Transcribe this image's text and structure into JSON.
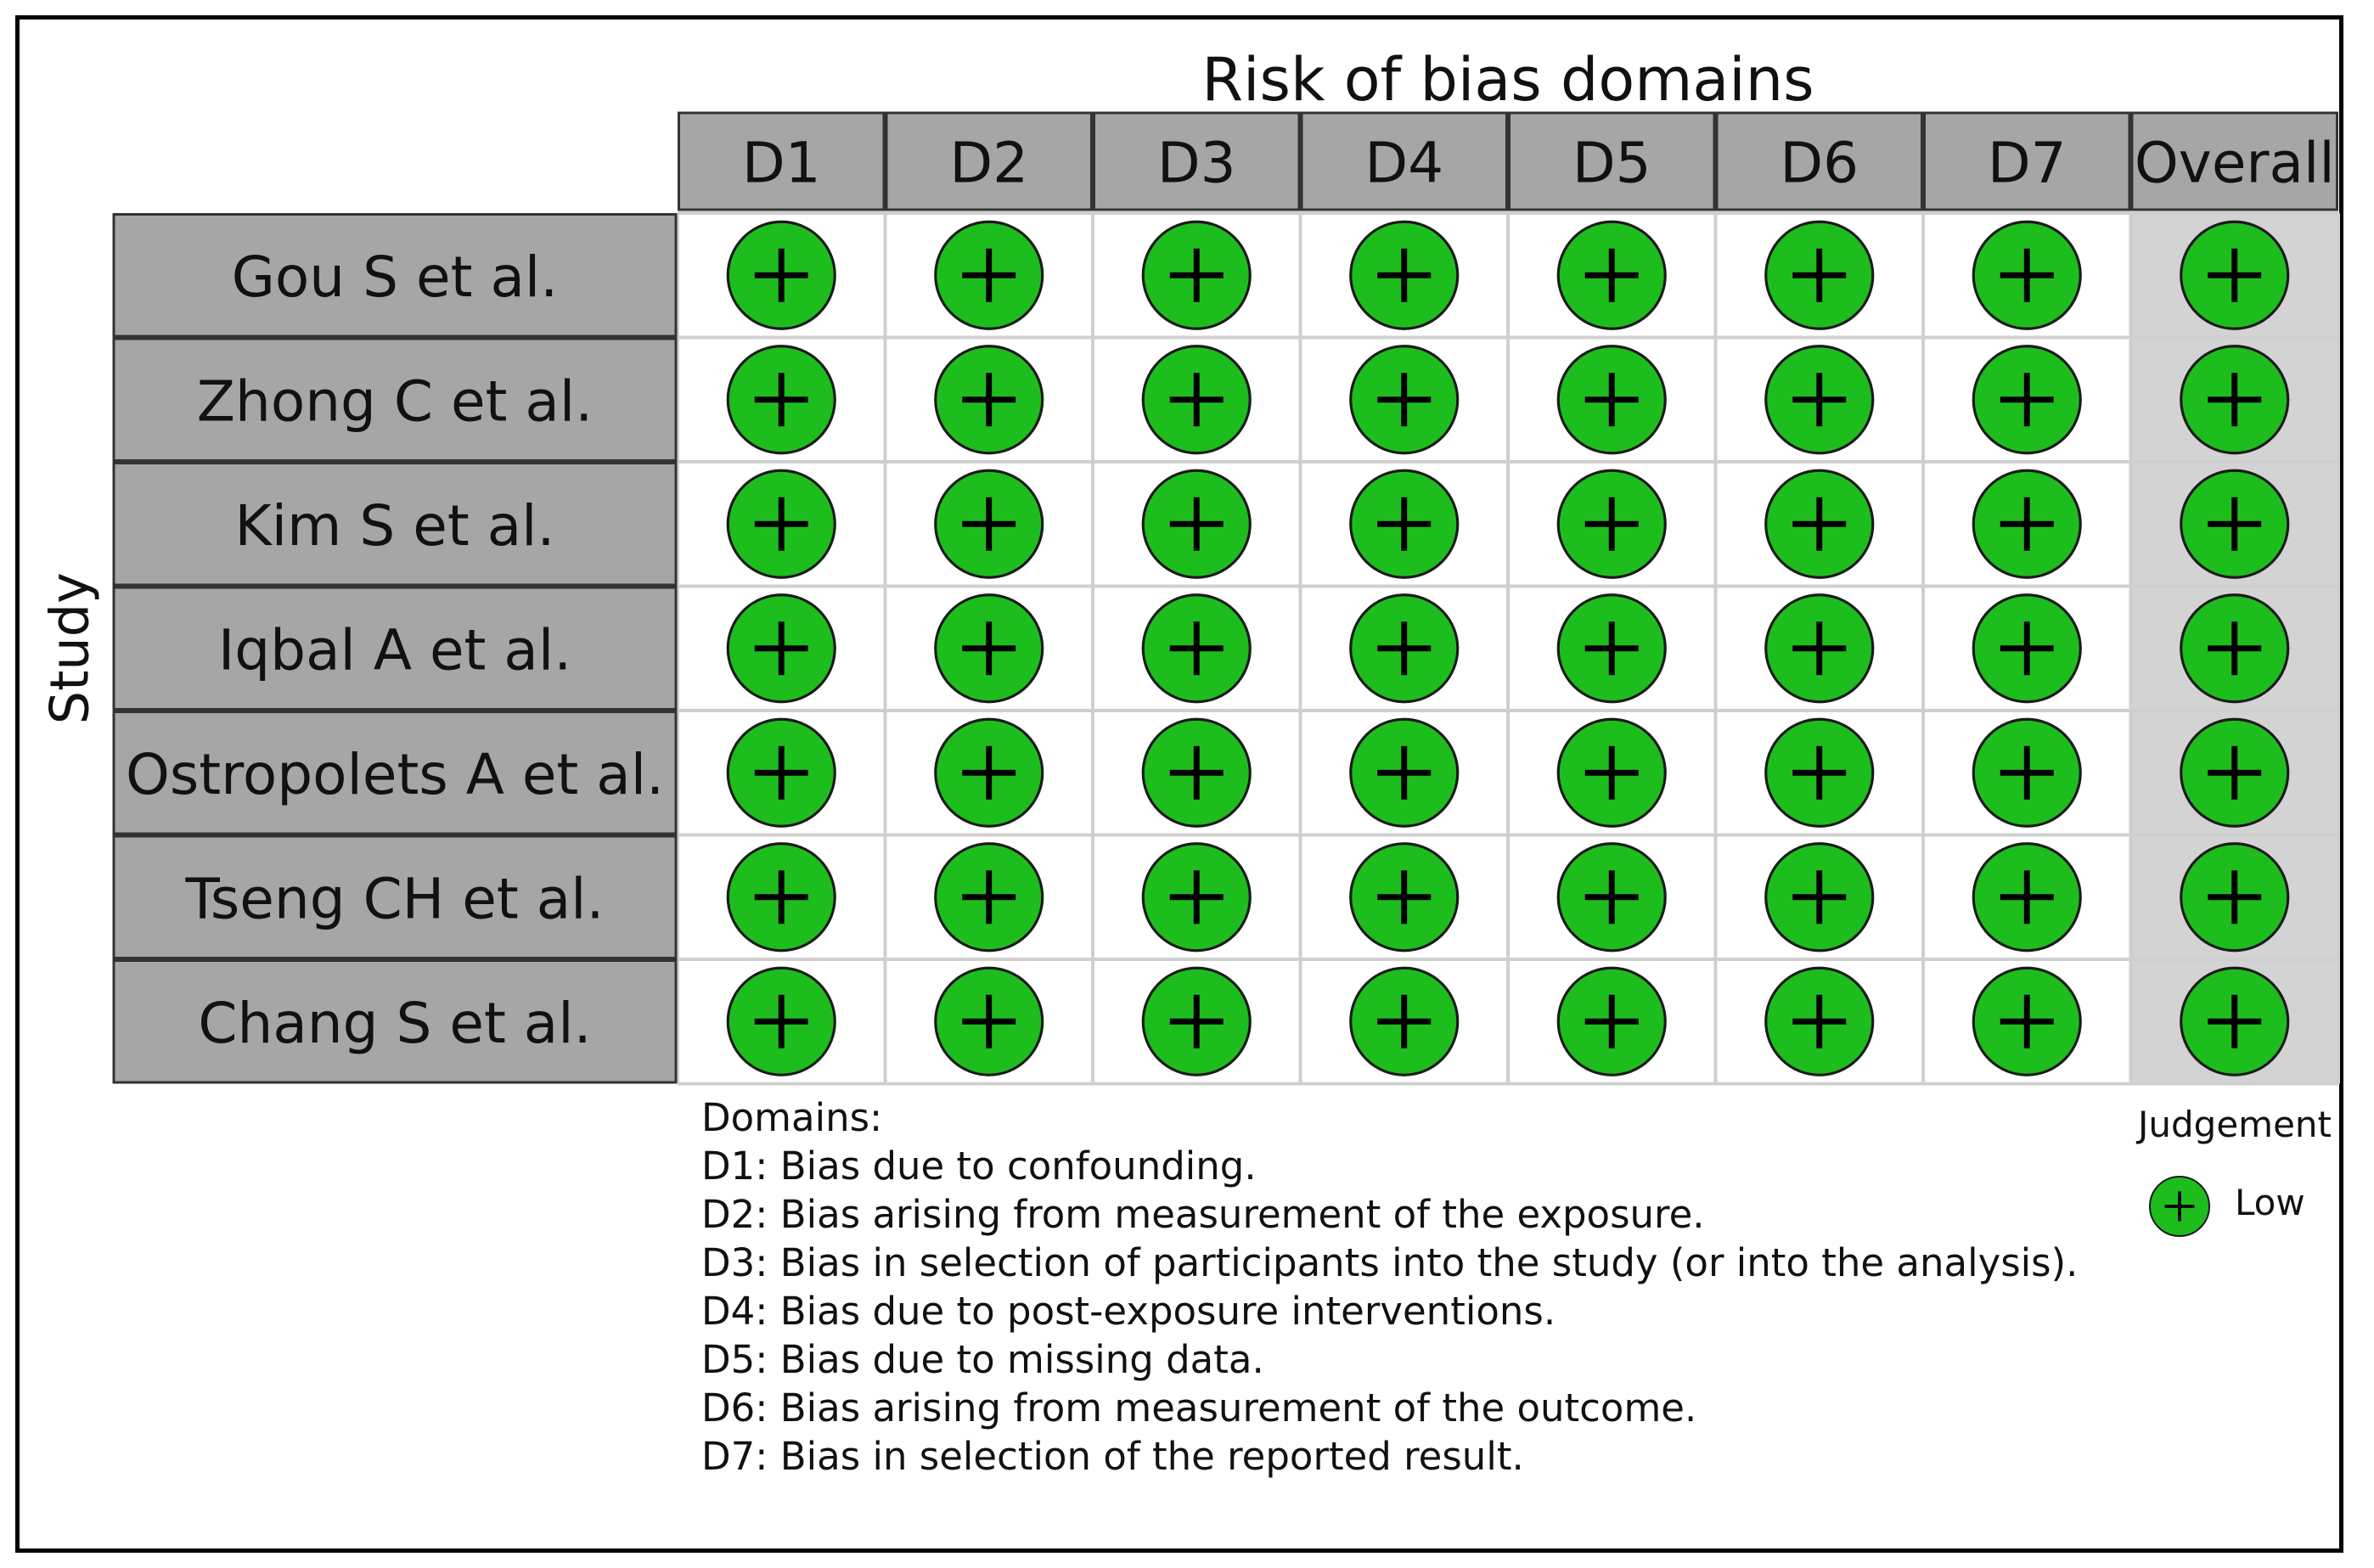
{
  "chart_data": {
    "type": "table",
    "title": "Risk of bias domains",
    "ylabel": "Study",
    "columns": [
      "D1",
      "D2",
      "D3",
      "D4",
      "D5",
      "D6",
      "D7",
      "Overall"
    ],
    "studies": [
      "Gou S et al.",
      "Zhong C et al.",
      "Kim S et al.",
      "Iqbal A et al.",
      "Ostropolets A et al.",
      "Tseng CH et al.",
      "Chang S et al."
    ],
    "judgements": [
      [
        "Low",
        "Low",
        "Low",
        "Low",
        "Low",
        "Low",
        "Low",
        "Low"
      ],
      [
        "Low",
        "Low",
        "Low",
        "Low",
        "Low",
        "Low",
        "Low",
        "Low"
      ],
      [
        "Low",
        "Low",
        "Low",
        "Low",
        "Low",
        "Low",
        "Low",
        "Low"
      ],
      [
        "Low",
        "Low",
        "Low",
        "Low",
        "Low",
        "Low",
        "Low",
        "Low"
      ],
      [
        "Low",
        "Low",
        "Low",
        "Low",
        "Low",
        "Low",
        "Low",
        "Low"
      ],
      [
        "Low",
        "Low",
        "Low",
        "Low",
        "Low",
        "Low",
        "Low",
        "Low"
      ],
      [
        "Low",
        "Low",
        "Low",
        "Low",
        "Low",
        "Low",
        "Low",
        "Low"
      ]
    ],
    "judgement_symbols": {
      "Low": "+"
    },
    "judgement_colors": {
      "Low": "#1ebd1e"
    },
    "domains_legend": {
      "title": "Domains:",
      "items": [
        "D1: Bias due to confounding.",
        "D2: Bias arising from measurement of the exposure.",
        "D3: Bias in selection of participants into the study (or into the analysis).",
        "D4: Bias due to post-exposure interventions.",
        "D5: Bias due to missing data.",
        "D6: Bias arising from measurement of the outcome.",
        "D7: Bias in selection of the reported result."
      ]
    },
    "judgement_legend": {
      "title": "Judgement",
      "items": [
        {
          "symbol": "+",
          "label": "Low"
        }
      ]
    },
    "colors": {
      "header_fill": "#a6a6a6",
      "overall_fill": "#d3d3d3",
      "cell_fill": "#ffffff",
      "grid_line": "#cfcfcf"
    }
  }
}
